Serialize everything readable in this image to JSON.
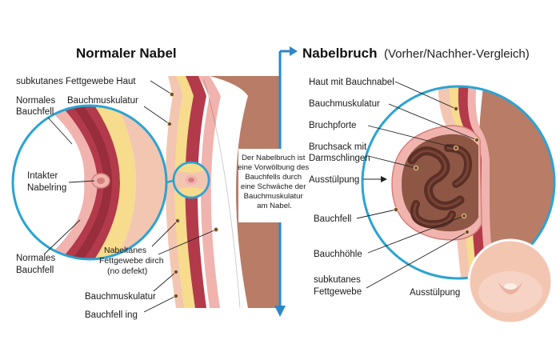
{
  "colors": {
    "skin": "#f3c6b2",
    "fat": "#f6dc8c",
    "muscle": "#b23a4a",
    "muscle_dark": "#7e1f2d",
    "peritoneum": "#f1b3ae",
    "cavity": "#b97c67",
    "cavity_dark": "#8e5645",
    "intestine": "#5a2f26",
    "intestine_light": "#7a4436",
    "circle_stroke": "#2ba3d3",
    "arrow": "#2b87c8"
  },
  "left": {
    "title": "Normaler Nabel",
    "labels": {
      "fat_skin": "subkutanes Fettgewebe Haut",
      "muscle_top": "Bauchmuskulatur",
      "peritoneum_top": [
        "Normales",
        "Bauchfell"
      ],
      "ring": [
        "Intakter",
        "Nabelring"
      ],
      "peritoneum_bottom": [
        "Normales",
        "Bauchfell"
      ],
      "fat_bottom": [
        "Nabeltanes",
        "Fettgewebe dirch",
        "(no defekt)"
      ],
      "muscle_bottom": "Bauchmuskulatur",
      "peritoneum_ring": "Bauchfell ing"
    }
  },
  "center": {
    "note": [
      "Der Nabelbruch ist",
      "eine Vorwölbung des",
      "Bauchfells durch",
      "eine Schwäche der",
      "Bauchmuskulatur",
      "am Nabel."
    ]
  },
  "right": {
    "title": "Nabelbruch",
    "subtitle": "(Vorher/Nachher-Vergleich)",
    "labels": {
      "skin": "Haut mit Bauchnabel",
      "muscle": "Bauchmuskulatur",
      "gate": "Bruchpforte",
      "sac": [
        "Bruchsack mit",
        "Darmschlingen"
      ],
      "bulge": "Ausstülpung",
      "peritoneum": "Bauchfell",
      "cavity": "Bauchhöhle",
      "fat": [
        "subkutanes",
        "Fettgewebe"
      ],
      "bulge_small": "Ausstülpung"
    }
  }
}
